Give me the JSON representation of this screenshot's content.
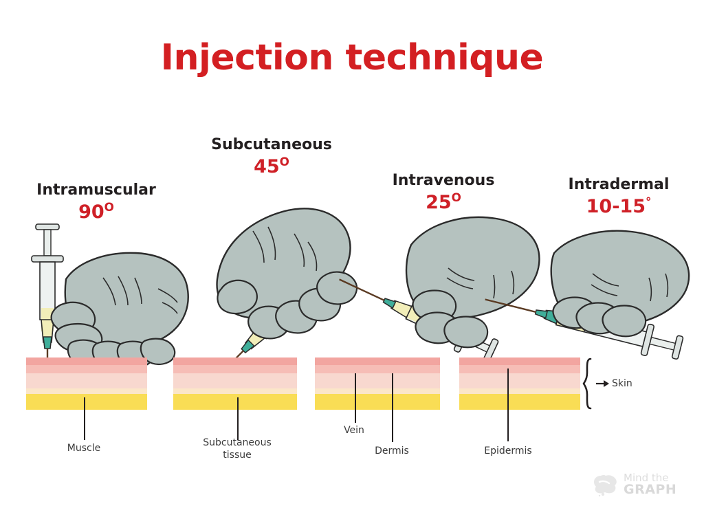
{
  "title": "Injection technique",
  "title_color": "#d31f22",
  "panels": [
    {
      "id": "intramuscular",
      "name": "Intramuscular",
      "angle_value": "90",
      "angle_unit": "O",
      "caption": "Muscle",
      "target_layer": "muscle"
    },
    {
      "id": "subcutaneous",
      "name": "Subcutaneous",
      "angle_value": "45",
      "angle_unit": "O",
      "caption": "Subcutaneous tissue",
      "target_layer": "subcutaneous-fat"
    },
    {
      "id": "intravenous",
      "name": "Intravenous",
      "angle_value": "25",
      "angle_unit": "O",
      "caption": "Vein",
      "caption2": "Dermis",
      "target_layer": "vein"
    },
    {
      "id": "intradermal",
      "name": "Intradermal",
      "angle_value": "10-15",
      "angle_unit": "°",
      "caption": "Epidermis",
      "target_layer": "epidermis"
    }
  ],
  "skin_brace": {
    "label": "Skin"
  },
  "skin_layers": {
    "epidermis": "#f2a5a0",
    "dermis": "#f8d8cf",
    "subcutaneous_fat": "#f9dd55",
    "muscle": "#e8452a"
  },
  "glove": {
    "fill": "#b5c2bf",
    "stroke": "#2b2b2b"
  },
  "syringe": {
    "barrel_fill": "#e9eeec",
    "fluid_fill": "#f2eeb9",
    "hub_fill": "#3fae9a",
    "needle": "#4a2f1d"
  },
  "watermark": {
    "line1": "Mind the",
    "line2": "GRAPH"
  }
}
